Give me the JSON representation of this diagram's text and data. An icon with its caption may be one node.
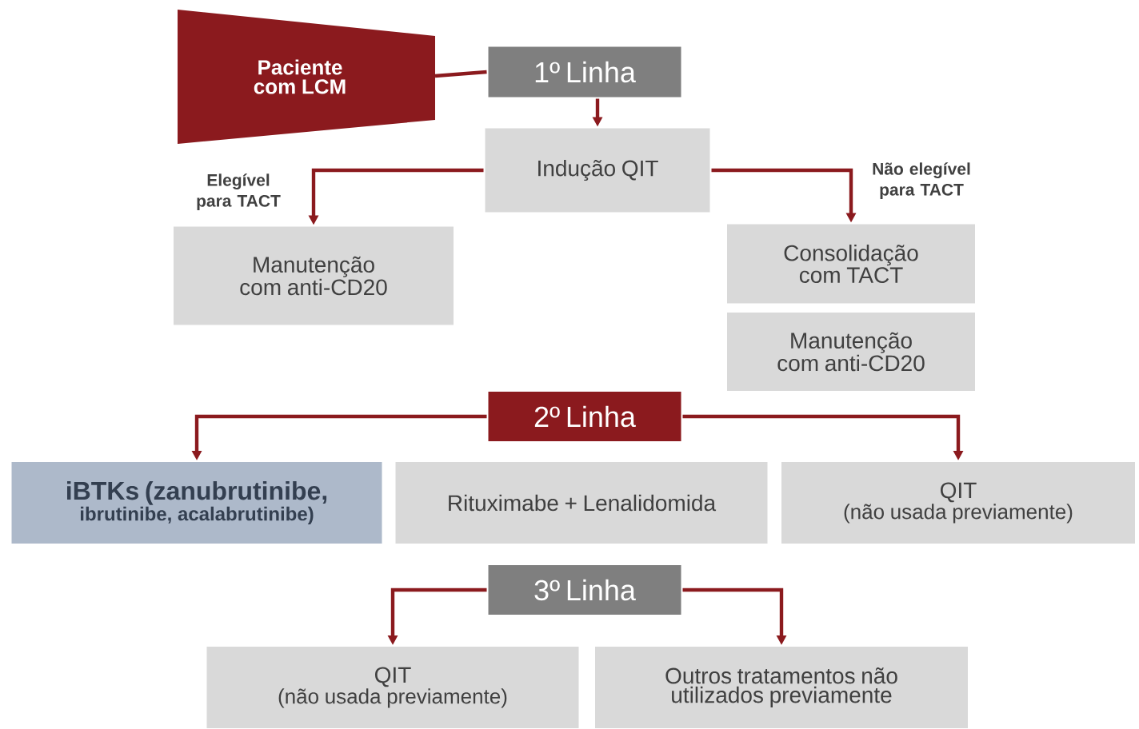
{
  "diagram": {
    "nodes": [
      {
        "text": [
          "Paciente com LCM"
        ]
      },
      {
        "text": [
          "1º Linha"
        ]
      },
      {
        "text": [
          "Indução QIT"
        ]
      },
      {
        "text": [
          "Manutenção com anti-CD20"
        ]
      },
      {
        "text": [
          "Consolidação com TACT"
        ]
      },
      {
        "text": [
          "Manutenção com anti-CD20"
        ]
      },
      {
        "text": [
          "2º Linha"
        ]
      },
      {
        "text": [
          "iBTKs (zanubrutinibe,",
          "ibrutinibe, acalabrutinibe)"
        ]
      },
      {
        "text": [
          "Rituximabe + Lenalidomida"
        ]
      },
      {
        "text": [
          "QIT",
          "(não usada previamente)"
        ]
      },
      {
        "text": [
          "3º Linha"
        ]
      },
      {
        "text": [
          "QIT",
          "(não usada previamente)"
        ]
      },
      {
        "text": [
          "Outros tratamentos não utilizados previamente"
        ]
      }
    ],
    "edges": [
      {
        "from": 0,
        "to": 1,
        "arrow": "none"
      },
      {
        "from": 1,
        "to": 2,
        "arrow": "to"
      },
      {
        "from": 2,
        "to": 3,
        "arrow": "to",
        "label": "Elegível para TACT"
      },
      {
        "from": 2,
        "to": 4,
        "arrow": "to",
        "label": "Não elegível para TACT"
      },
      {
        "from": 6,
        "to": 7,
        "arrow": "to"
      },
      {
        "from": 6,
        "to": 9,
        "arrow": "to"
      },
      {
        "from": 10,
        "to": 11,
        "arrow": "to"
      },
      {
        "from": 10,
        "to": 12,
        "arrow": "to"
      }
    ]
  }
}
